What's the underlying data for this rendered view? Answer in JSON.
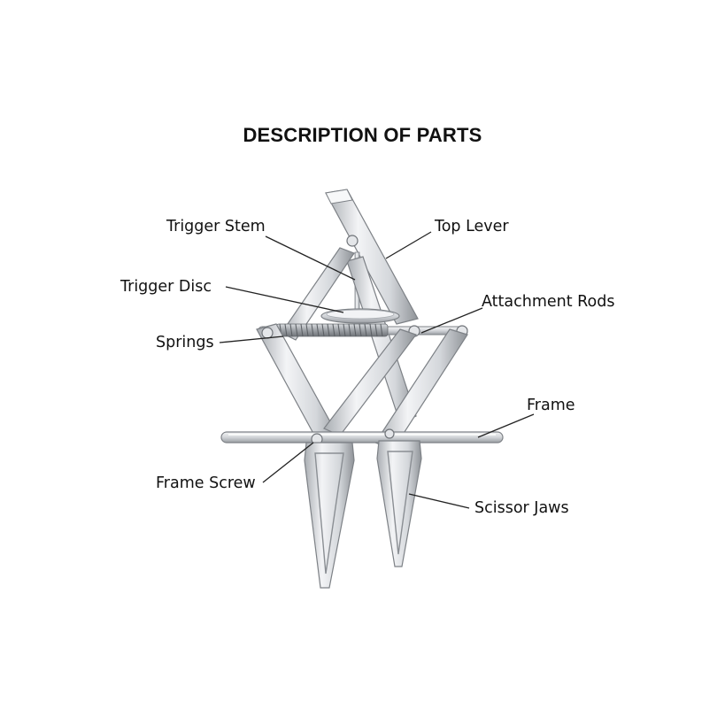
{
  "title": "DESCRIPTION OF PARTS",
  "labels": {
    "trigger_stem": "Trigger Stem",
    "top_lever": "Top Lever",
    "trigger_disc": "Trigger Disc",
    "attachment_rods": "Attachment Rods",
    "springs": "Springs",
    "frame": "Frame",
    "frame_screw": "Frame Screw",
    "scissor_jaws": "Scissor Jaws"
  },
  "colors": {
    "metal_light": "#eef0f2",
    "metal_mid": "#c9ccd0",
    "metal_dark": "#8a8e93",
    "leader_line": "#222222",
    "text": "#111111"
  }
}
